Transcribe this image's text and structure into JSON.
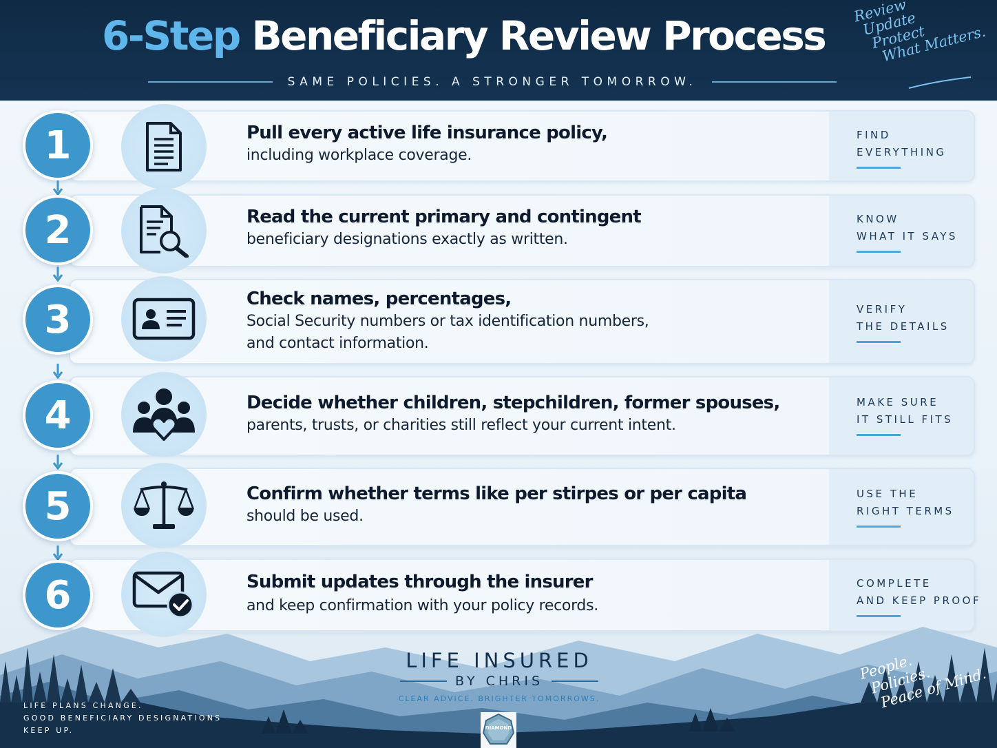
{
  "header": {
    "title_accent": "6-Step",
    "title_rest": " Beneficiary Review Process",
    "subtitle": "SAME POLICIES. A STRONGER TOMORROW.",
    "script_lines": [
      "Review",
      "Update",
      "Protect",
      "What Matters."
    ]
  },
  "steps": [
    {
      "number": "1",
      "icon": "document-icon",
      "bold": "Pull every active life insurance policy,",
      "body": [
        "including workplace coverage."
      ],
      "tag": [
        "FIND",
        "EVERYTHING"
      ]
    },
    {
      "number": "2",
      "icon": "document-search-icon",
      "bold": "Read the current primary and contingent",
      "body": [
        "beneficiary designations exactly as written."
      ],
      "tag": [
        "KNOW",
        "WHAT IT SAYS"
      ]
    },
    {
      "number": "3",
      "icon": "id-card-icon",
      "bold": "Check names, percentages,",
      "body": [
        "Social Security numbers or tax identification numbers,",
        "and contact information."
      ],
      "tag": [
        "VERIFY",
        "THE DETAILS"
      ]
    },
    {
      "number": "4",
      "icon": "family-heart-icon",
      "bold": "Decide whether children, stepchildren, former spouses,",
      "body": [
        "parents, trusts, or charities still reflect your current intent."
      ],
      "tag": [
        "MAKE SURE",
        "IT STILL FITS"
      ]
    },
    {
      "number": "5",
      "icon": "scales-icon",
      "bold": "Confirm whether terms like per stirpes or per capita",
      "body": [
        "should be used."
      ],
      "tag": [
        "USE THE",
        "RIGHT TERMS"
      ]
    },
    {
      "number": "6",
      "icon": "envelope-check-icon",
      "bold": "Submit updates through the insurer",
      "body": [
        "and keep confirmation with your policy records."
      ],
      "tag": [
        "COMPLETE",
        "AND KEEP PROOF"
      ]
    }
  ],
  "footer": {
    "brand_main": "LIFE INSURED",
    "brand_sub": "BY CHRIS",
    "brand_tagline": "CLEAR ADVICE. BRIGHTER TOMORROWS.",
    "badge_text": "DIAMOND",
    "left_lines": [
      "LIFE PLANS CHANGE.",
      "GOOD BENEFICIARY DESIGNATIONS",
      "KEEP UP."
    ],
    "script_lines": [
      "People.",
      "Policies.",
      "Peace of Mind."
    ]
  },
  "colors": {
    "header_bg": "#0f2a45",
    "accent": "#5fb6ea",
    "number_circle": "#3d96cc",
    "icon_circle": "#c4e1f5"
  }
}
